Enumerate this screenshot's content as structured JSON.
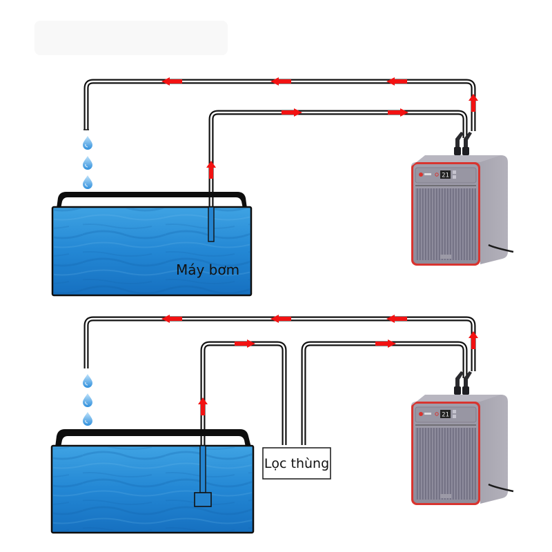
{
  "diagram": {
    "title": "Aquarium chiller connection diagrams",
    "colors": {
      "pipe_outline": "#111111",
      "pipe_inner": "#ffffff",
      "flow_arrow": "#f21212",
      "water_top": "#3a9ee0",
      "water_bottom": "#1a74c4",
      "tank_rim": "#0d0d0d",
      "chiller_body": "#9a98a6",
      "chiller_accent": "#d8342f",
      "droplet": "#4ba6e8"
    },
    "panels": [
      {
        "id": "pump-setup",
        "label": "Máy bơm",
        "components": [
          "aquarium-tank",
          "pump-intake-pipe",
          "chiller",
          "return-pipe",
          "water-droplets"
        ],
        "flow": [
          "tank",
          "pump",
          "chiller",
          "return to tank"
        ],
        "chiller_display": "21"
      },
      {
        "id": "canister-filter-setup",
        "label": "Lọc thùng",
        "components": [
          "aquarium-tank",
          "intake-strainer",
          "canister-filter",
          "chiller",
          "return-pipe",
          "water-droplets"
        ],
        "flow": [
          "tank",
          "canister filter",
          "chiller",
          "return to tank"
        ],
        "chiller_display": "21"
      }
    ]
  }
}
